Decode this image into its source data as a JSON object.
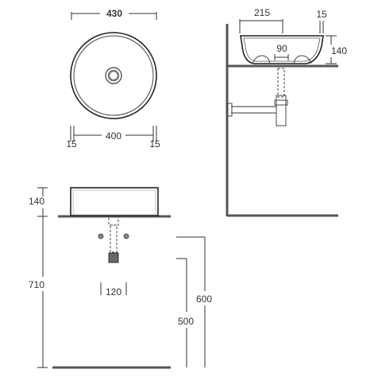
{
  "top_view": {
    "dimensions": {
      "outer_width": "430",
      "inner_width": "400",
      "rim_left": "15",
      "rim_right": "15"
    }
  },
  "side_view": {
    "dimensions": {
      "half_width": "215",
      "rim": "15",
      "waste_offset": "90",
      "height": "140"
    }
  },
  "front_view": {
    "dimensions": {
      "basin_height": "140",
      "total_height": "710",
      "wall_600": "600",
      "wall_500": "500",
      "tap_spacing": "120"
    }
  }
}
